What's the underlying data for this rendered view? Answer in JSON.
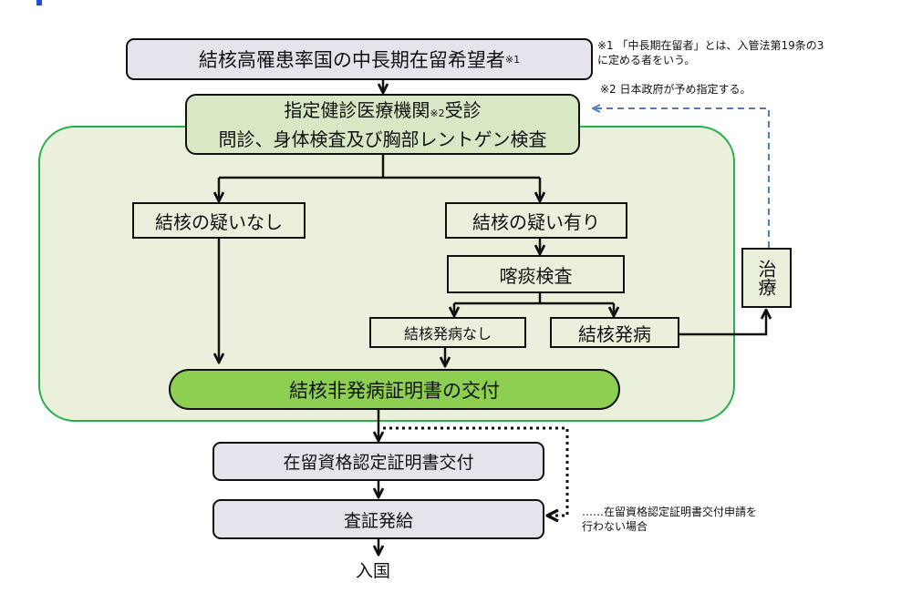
{
  "flow": {
    "applicant": "結核高罹患率国の中長期在留希望者",
    "applicant_note_mark": "※1",
    "clinic_line1_a": "指定健診医療機関",
    "clinic_note_mark": "※2",
    "clinic_line1_b": "受診",
    "clinic_line2": "問診、身体検査及び胸部レントゲン検査",
    "no_suspicion": "結核の疑いなし",
    "suspicion": "結核の疑い有り",
    "sputum_test": "喀痰検査",
    "no_onset": "結核発病なし",
    "onset": "結核発病",
    "treatment": "治療",
    "certificate": "結核非発病証明書の交付",
    "coe_issue": "在留資格認定証明書交付",
    "visa_issue": "査証発給",
    "entry": "入国"
  },
  "notes": {
    "note1_line1": "※1 「中長期在留者」とは、入管法第19条の3",
    "note1_line2": "に定める者をいう。",
    "note2": "※2  日本政府が予め指定する。",
    "dotted_line1": "……在留資格認定証明書交付申請を",
    "dotted_line2": "行わない場合"
  },
  "colors": {
    "region_border": "#22b04a",
    "region_fill": "#ebf0dc",
    "clinic_fill": "#d8e8c4",
    "certificate_fill": "#8dcf50",
    "gray_box_fill": "#e6e3ec",
    "feedback_line": "#4a7fc1"
  }
}
